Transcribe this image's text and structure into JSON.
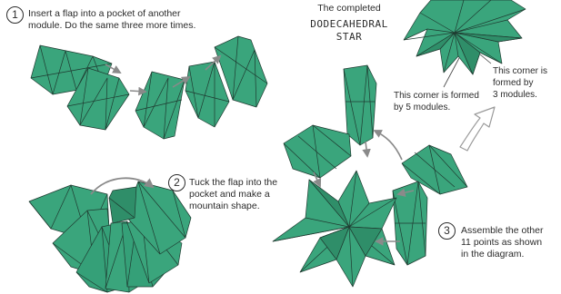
{
  "steps": [
    {
      "number": "1",
      "line1": "Insert a flap into a pocket of another",
      "line2": "module. Do the same three more times."
    },
    {
      "number": "2",
      "line1": "Tuck the flap into the",
      "line2": "pocket and make a",
      "line3": "mountain shape."
    },
    {
      "number": "3",
      "line1": "Assemble the other",
      "line2": "11 points as shown",
      "line3": "in the diagram."
    }
  ],
  "completed": {
    "caption": "The completed",
    "title_line1": "DODECAHEDRAL",
    "title_line2": "STAR"
  },
  "notes": {
    "five_modules_line1": "This corner is formed",
    "five_modules_line2": "by 5 modules.",
    "three_modules_line1": "This corner is",
    "three_modules_line2": "formed by",
    "three_modules_line3": "3 modules."
  },
  "colors": {
    "paper_green": "#3aa57c",
    "paper_dark": "#2f8e69",
    "fold_line": "#1f3a30",
    "arrow": "#8a8a8a"
  }
}
